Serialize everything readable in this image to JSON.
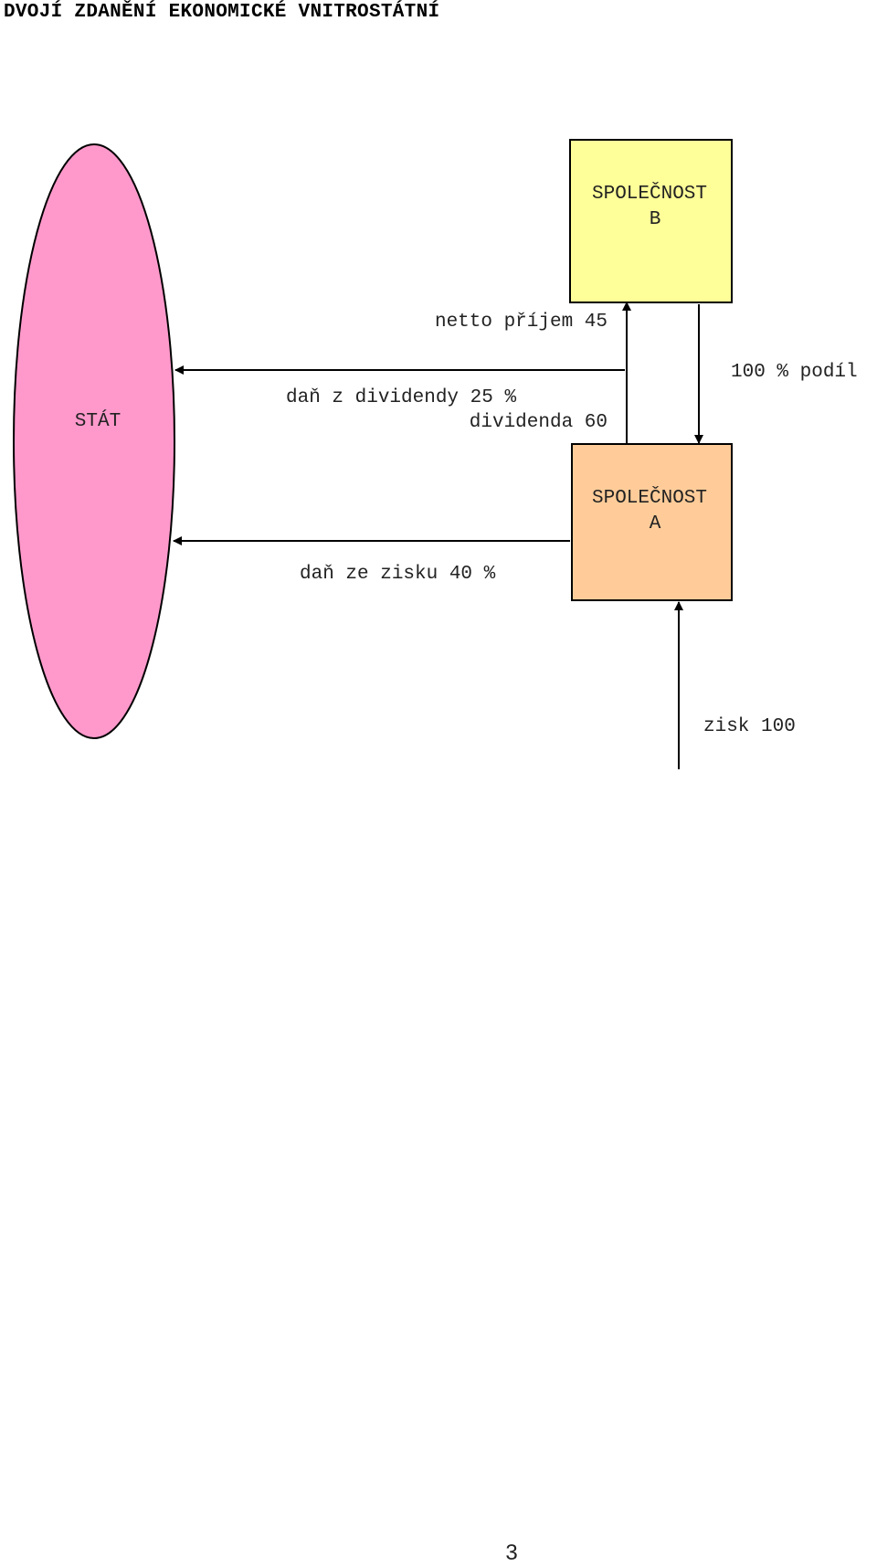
{
  "title": "DVOJÍ ZDANĚNÍ EKONOMICKÉ VNITROSTÁTNÍ",
  "nodes": {
    "stat": {
      "label": "STÁT",
      "color": "#ff99cc"
    },
    "company_b": {
      "label_line1": "SPOLEČNOST",
      "label_line2": "B",
      "color": "#ffff99"
    },
    "company_a": {
      "label_line1": "SPOLEČNOST",
      "label_line2": "A",
      "color": "#ffcc99"
    }
  },
  "flows": {
    "net_income": "netto příjem 45",
    "dividend_tax": "daň z dividendy 25 %",
    "dividend": "dividenda 60",
    "share": "100 % podíl",
    "profit_tax": "daň ze zisku 40 %",
    "profit": "zisk 100"
  },
  "page_number": "3"
}
